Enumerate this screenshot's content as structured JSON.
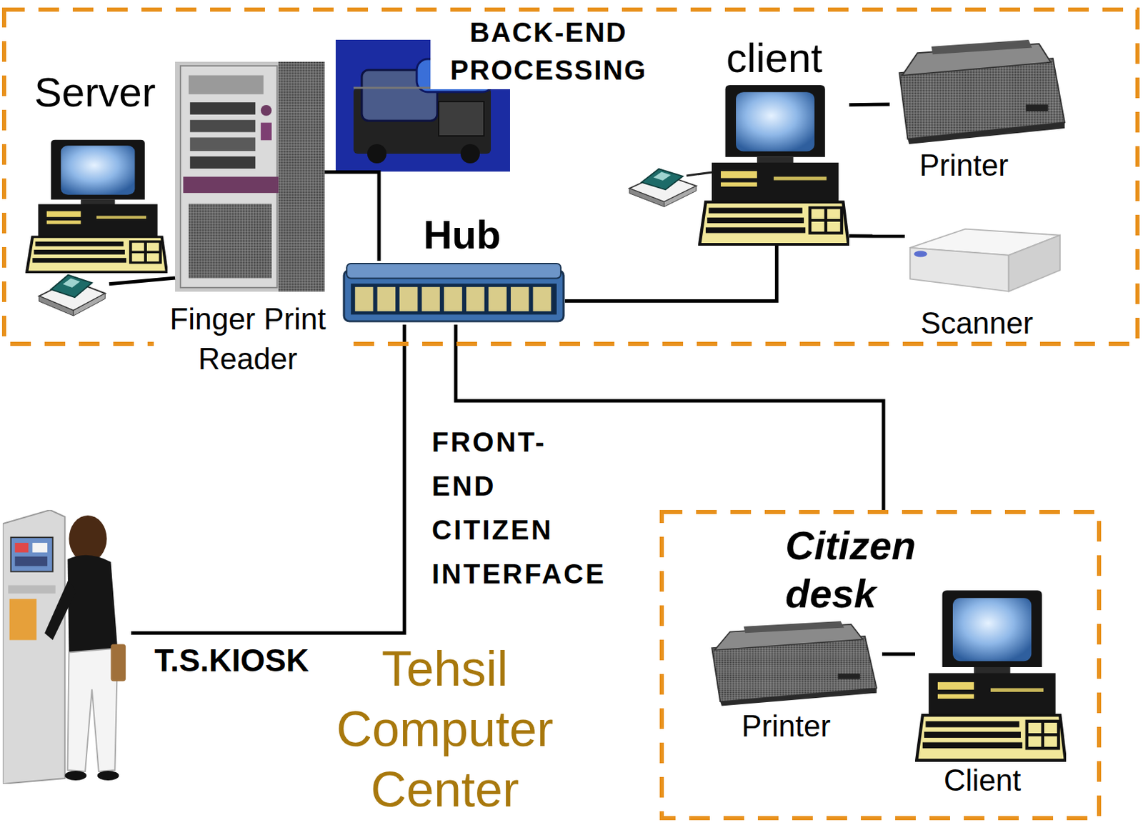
{
  "diagram": {
    "nodes": [
      {
        "text": [
          "BACK-END PROCESSING"
        ]
      },
      {
        "text": [
          "Server"
        ],
        "in": 0
      },
      {
        "text": [
          "Finger Print Reader"
        ],
        "in": 0
      },
      {
        "text": [
          "Hub"
        ],
        "in": 0
      },
      {
        "text": [
          "client"
        ],
        "in": 0
      },
      {
        "text": [
          "Printer"
        ],
        "in": 0
      },
      {
        "text": [
          "Scanner"
        ],
        "in": 0
      },
      {
        "text": [
          "T.S.KIOSK"
        ]
      },
      {
        "text": [
          "Citizen desk"
        ]
      },
      {
        "text": [
          "Printer"
        ],
        "in": 8
      },
      {
        "text": [
          "Client"
        ],
        "in": 8
      }
    ],
    "edges": [
      {
        "from": 2,
        "to": 1,
        "arrow": "none"
      },
      {
        "from": 1,
        "to": 3,
        "arrow": "none"
      },
      {
        "from": 4,
        "to": 5,
        "arrow": "none"
      },
      {
        "from": 4,
        "to": 6,
        "arrow": "none"
      },
      {
        "from": 4,
        "to": 3,
        "arrow": "none"
      },
      {
        "from": 3,
        "to": 7,
        "arrow": "none"
      },
      {
        "from": 3,
        "to": 8,
        "arrow": "none"
      },
      {
        "from": 10,
        "to": 9,
        "arrow": "none"
      }
    ],
    "labels": [
      "FRONT-END CITIZEN INTERFACE",
      "Tehsil Computer Center"
    ]
  }
}
